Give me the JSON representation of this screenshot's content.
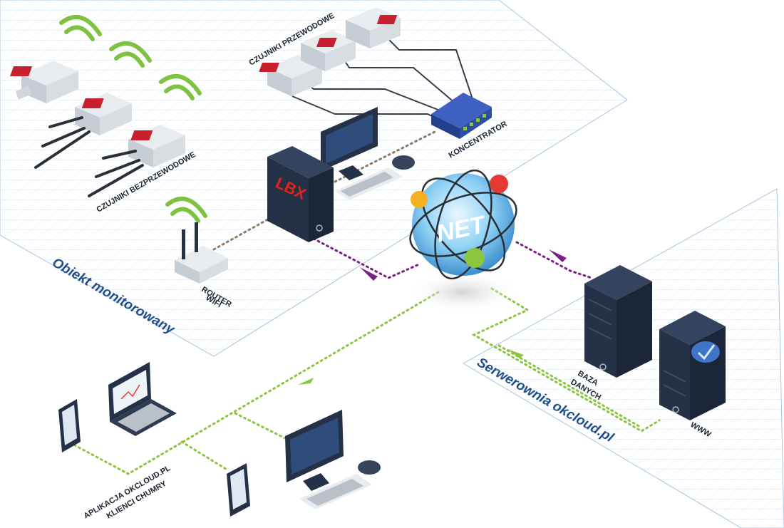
{
  "zones": {
    "monitored": "Obiekt monitorowany",
    "server_room": "Serwerownia okcloud.pl"
  },
  "labels": {
    "wired_sensors": "CZUJNIKI PRZEWODOWE",
    "wireless_sensors": "CZUJNIKI BEZPRZEWODOWE",
    "hub": "KONCENTRATOR",
    "router_line1": "ROUTER",
    "router_line2": "WIFI",
    "database_line1": "BAZA",
    "database_line2": "DANYCH",
    "www": "WWW",
    "app_line1": "APLIKACJA OKCLOUD.PL",
    "app_line2": "KLIENCI CHUMRY",
    "net": "NET",
    "lbx": "LBX"
  },
  "colors": {
    "grid": "#c7d7e6",
    "zone_text": "#1f4e8c",
    "server_dark": "#243146",
    "wifi_green": "#7ec242",
    "link_purple": "#7a1f86",
    "link_green": "#8cc63f",
    "link_brown": "#8b7b6e",
    "hub_blue": "#2d4ea8",
    "globe_blue": "#7ec8f0"
  },
  "icons": {
    "globe": "globe-icon",
    "wifi": "wifi-signal-icon",
    "cloud_check": "cloud-check-icon"
  }
}
